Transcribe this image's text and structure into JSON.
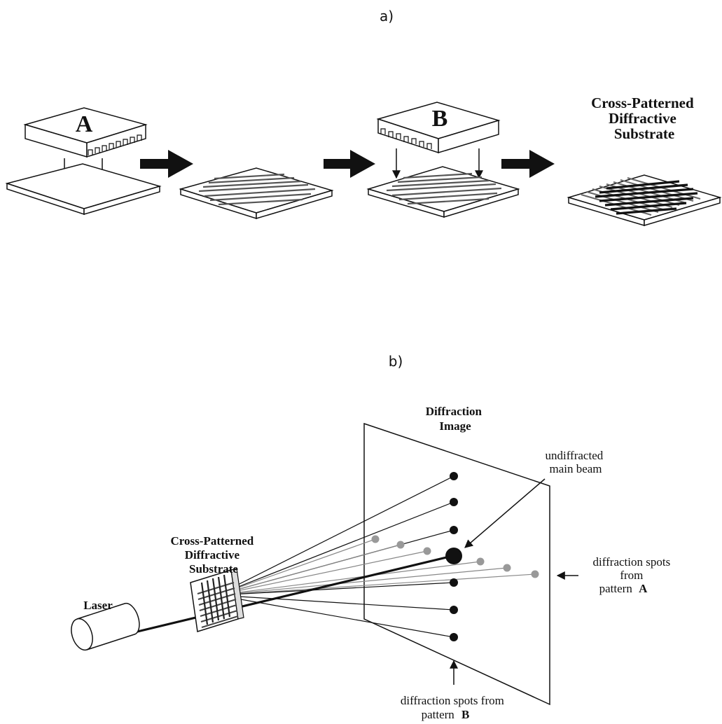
{
  "panel_a": {
    "label": "a)",
    "stamp_a": "A",
    "stamp_b": "B",
    "result_title": [
      "Cross-Patterned",
      "Diffractive",
      "Substrate"
    ]
  },
  "panel_b": {
    "label": "b)",
    "laser": "Laser",
    "substrate_title": [
      "Cross-Patterned",
      "Diffractive",
      "Substrate"
    ],
    "screen_title": [
      "Diffraction",
      "Image"
    ],
    "main_beam": [
      "undiffracted",
      "main beam"
    ],
    "spots_a": [
      "diffraction spots",
      "from",
      "pattern",
      "A"
    ],
    "spots_b": [
      "diffraction spots from",
      "pattern",
      "B"
    ]
  }
}
